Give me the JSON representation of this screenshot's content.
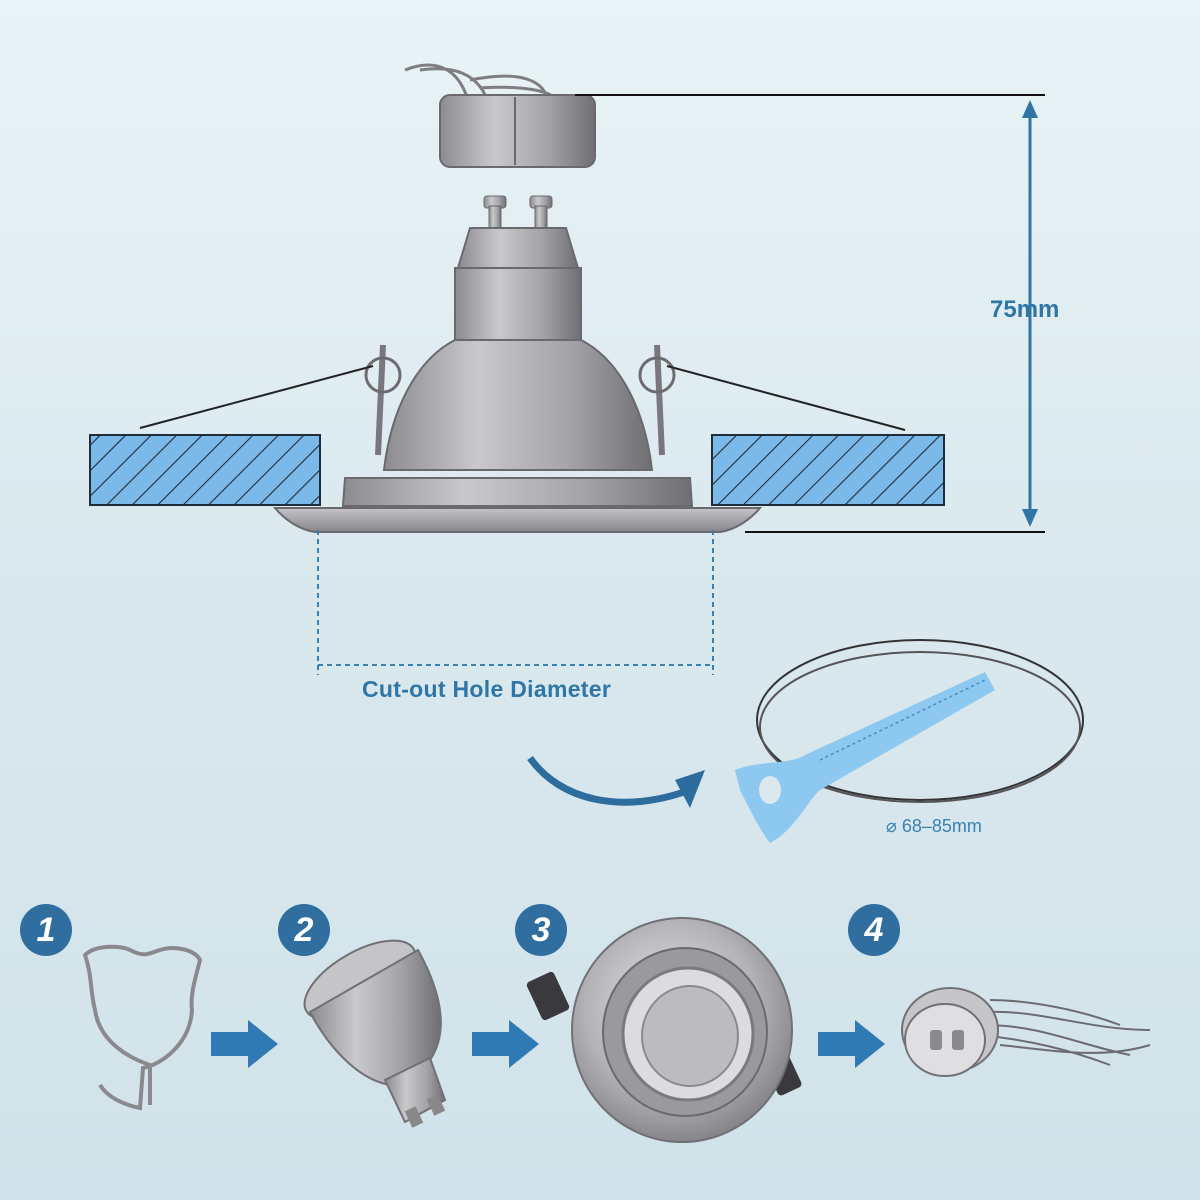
{
  "dimensions": {
    "height_label": "75mm",
    "cutout_label": "Cut-out Hole Diameter",
    "range_label": "⌀ 68–85mm"
  },
  "steps": [
    {
      "number": "1",
      "item": "spring-clip"
    },
    {
      "number": "2",
      "item": "gu10-bulb"
    },
    {
      "number": "3",
      "item": "downlight-ring"
    },
    {
      "number": "4",
      "item": "lamp-holder"
    }
  ],
  "colors": {
    "accent": "#2f76a6",
    "badge": "#2f6e9f",
    "ceiling_fill": "#7ab9e8",
    "saw_blade": "#8cc8ef",
    "metal": "#a9a9ad"
  }
}
